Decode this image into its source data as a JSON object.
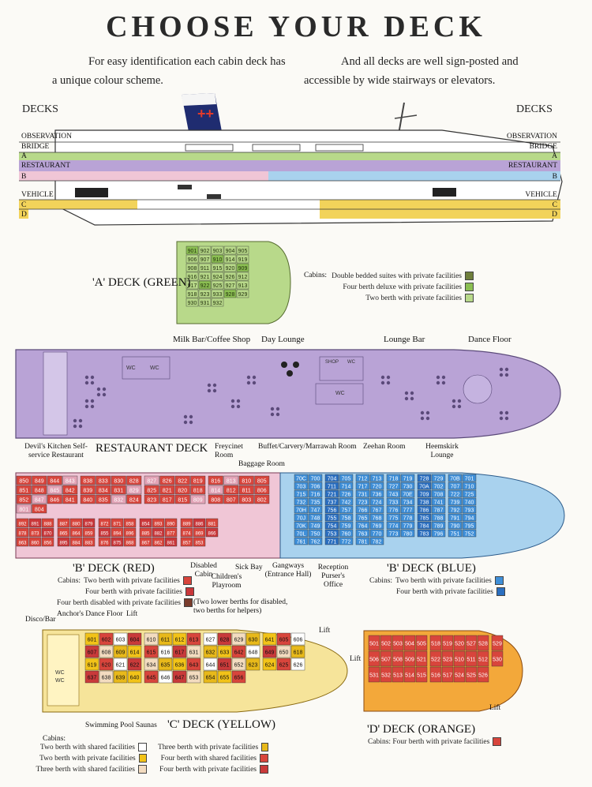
{
  "title": "CHOOSE YOUR DECK",
  "intro": {
    "left_line1": "For easy identification each cabin deck has",
    "left_line2": "a unique colour scheme.",
    "right_line1": "And all decks are well sign-posted and",
    "right_line2": "accessible by wide stairways or elevators."
  },
  "profile": {
    "decks_left": "DECKS",
    "decks_right": "DECKS",
    "left_labels": [
      "OBSERVATION",
      "BRIDGE",
      "A",
      "RESTAURANT",
      "B",
      "VEHICLE",
      "C",
      "D"
    ],
    "right_labels": [
      "OBSERVATION",
      "BRIDGE",
      "A",
      "RESTAURANT",
      "B",
      "VEHICLE",
      "C",
      "D"
    ],
    "colors": {
      "green": "#b8d98a",
      "purple": "#b9a3d6",
      "blue": "#a9d2ee",
      "yellow": "#f2d35a",
      "pink": "#f0c6d6"
    }
  },
  "a_deck": {
    "title": "'A' DECK (GREEN)",
    "legend_title": "Cabins:",
    "legend": [
      {
        "label": "Double bedded suites with private facilities",
        "color": "#6f7f3c"
      },
      {
        "label": "Four berth deluxe with private facilities",
        "color": "#8bbf52"
      },
      {
        "label": "Two berth with private facilities",
        "color": "#b8d98a"
      }
    ],
    "cabins": [
      "901",
      "902",
      "903",
      "904",
      "905",
      "906",
      "907",
      "910",
      "914",
      "919",
      "908",
      "911",
      "915",
      "920",
      "909",
      "916",
      "921",
      "924",
      "926",
      "912",
      "917",
      "922",
      "925",
      "927",
      "913",
      "918",
      "923",
      "933",
      "928",
      "929",
      "930",
      "931",
      "932"
    ]
  },
  "restaurant_deck": {
    "title": "RESTAURANT DECK",
    "labels": {
      "milk_bar": "Milk Bar/Coffee Shop",
      "day_lounge": "Day Lounge",
      "lounge_bar": "Lounge Bar",
      "dance_floor": "Dance Floor",
      "devils_kitchen": "Devil's Kitchen Self-service Restaurant",
      "freycinet": "Freycinet Room",
      "buffet": "Buffet/Carvery/Marrawah Room",
      "zeehan": "Zeehan Room",
      "heemskirk": "Heemskirk Lounge",
      "baggage": "Baggage Room"
    },
    "room_tags": [
      "WC",
      "WC",
      "SHOP",
      "WC",
      "WC"
    ]
  },
  "b_deck_red": {
    "title": "'B' DECK (RED)",
    "legend_title": "Cabins:",
    "legend": [
      {
        "label": "Two berth with private facilities",
        "color": "#d8453c"
      },
      {
        "label": "Four berth with private facilities",
        "color": "#c9373a"
      },
      {
        "label": "Four berth disabled with private facilities",
        "color": "#7a3c2c"
      }
    ],
    "note": "(Two lower berths for disabled, two berths for helpers)",
    "labels": {
      "disabled": "Disabled Cabin",
      "children": "Children's Playroom",
      "sick_bay": "Sick Bay",
      "gangways": "Gangways (Entrance Hall)",
      "reception": "Reception Purser's Office"
    },
    "cabins_top": [
      "850",
      "849",
      "844",
      "843",
      "838",
      "833",
      "830",
      "828",
      "827",
      "826",
      "822",
      "819",
      "816",
      "813",
      "810",
      "805",
      "851",
      "848",
      "845",
      "842",
      "839",
      "834",
      "831",
      "829",
      "825",
      "821",
      "820",
      "818",
      "814",
      "812",
      "811",
      "806",
      "852",
      "847",
      "846",
      "841",
      "840",
      "835",
      "832",
      "824",
      "823",
      "817",
      "815",
      "809",
      "808",
      "807",
      "803",
      "802",
      "801",
      "804"
    ],
    "cabins_bottom": [
      "892",
      "891",
      "888",
      "887",
      "880",
      "879",
      "872",
      "871",
      "858",
      "854",
      "893",
      "890",
      "889",
      "886",
      "881",
      "878",
      "873",
      "870",
      "865",
      "864",
      "859",
      "855",
      "894",
      "896",
      "885",
      "882",
      "877",
      "874",
      "869",
      "866",
      "863",
      "860",
      "856",
      "895",
      "884",
      "883",
      "876",
      "875",
      "868",
      "867",
      "862",
      "861",
      "857",
      "853"
    ]
  },
  "b_deck_blue": {
    "title": "'B' DECK (BLUE)",
    "legend_title": "Cabins:",
    "legend": [
      {
        "label": "Two berth with private facilities",
        "color": "#3f8fd8"
      },
      {
        "label": "Four berth with private facilities",
        "color": "#2b6fc0"
      }
    ],
    "cabins": [
      "70C",
      "700",
      "704",
      "705",
      "712",
      "713",
      "718",
      "719",
      "728",
      "729",
      "70B",
      "701",
      "703",
      "706",
      "711",
      "714",
      "717",
      "720",
      "727",
      "730",
      "70A",
      "702",
      "707",
      "710",
      "715",
      "716",
      "721",
      "726",
      "731",
      "736",
      "743",
      "70E",
      "709",
      "708",
      "722",
      "725",
      "732",
      "735",
      "737",
      "742",
      "723",
      "724",
      "733",
      "734",
      "738",
      "741",
      "739",
      "740",
      "70H",
      "747",
      "756",
      "757",
      "766",
      "767",
      "776",
      "777",
      "786",
      "787",
      "792",
      "793",
      "70J",
      "748",
      "755",
      "758",
      "765",
      "768",
      "775",
      "778",
      "785",
      "788",
      "791",
      "794",
      "70K",
      "749",
      "754",
      "759",
      "764",
      "769",
      "774",
      "779",
      "784",
      "789",
      "790",
      "795",
      "70L",
      "750",
      "753",
      "760",
      "763",
      "770",
      "773",
      "780",
      "783",
      "796",
      "751",
      "752",
      "761",
      "762",
      "771",
      "772",
      "781",
      "782"
    ]
  },
  "c_deck": {
    "title": "'C' DECK (YELLOW)",
    "labels": {
      "disco": "Disco/Bar",
      "anchors": "Anchor's Dance Floor",
      "lift1": "Lift",
      "lift2": "Lift",
      "pool": "Swimming Pool Saunas"
    },
    "legend_title": "Cabins:",
    "legend_left": [
      {
        "label": "Two berth with shared facilities",
        "color": "#ffffff"
      },
      {
        "label": "Two berth with private facilities",
        "color": "#f2c318"
      },
      {
        "label": "Three berth with shared facilities",
        "color": "#f3dcc0"
      }
    ],
    "legend_right": [
      {
        "label": "Three berth with private facilities",
        "color": "#e8b91a"
      },
      {
        "label": "Four berth with shared facilities",
        "color": "#d8453c"
      },
      {
        "label": "Four berth with private facilities",
        "color": "#c93a3a"
      }
    ],
    "cabins": [
      "601",
      "602",
      "603",
      "604",
      "610",
      "611",
      "612",
      "613",
      "627",
      "628",
      "629",
      "630",
      "641",
      "605",
      "606",
      "607",
      "608",
      "609",
      "614",
      "615",
      "616",
      "617",
      "631",
      "632",
      "633",
      "642",
      "648",
      "649",
      "650",
      "618",
      "619",
      "620",
      "621",
      "622",
      "634",
      "635",
      "636",
      "643",
      "644",
      "651",
      "652",
      "623",
      "624",
      "625",
      "626",
      "637",
      "638",
      "639",
      "640",
      "645",
      "646",
      "647",
      "653",
      "654",
      "655",
      "656"
    ]
  },
  "d_deck": {
    "title": "'D' DECK (ORANGE)",
    "labels": {
      "lift1": "Lift",
      "lift2": "Lift"
    },
    "legend": {
      "label": "Cabins: Four berth with private facilities",
      "color": "#d8453c"
    },
    "cabins": [
      "501",
      "502",
      "503",
      "504",
      "505",
      "518",
      "519",
      "520",
      "527",
      "528",
      "529",
      "506",
      "507",
      "508",
      "509",
      "521",
      "522",
      "523",
      "510",
      "511",
      "512",
      "530",
      "531",
      "532",
      "513",
      "514",
      "515",
      "516",
      "517",
      "524",
      "525",
      "526"
    ]
  }
}
